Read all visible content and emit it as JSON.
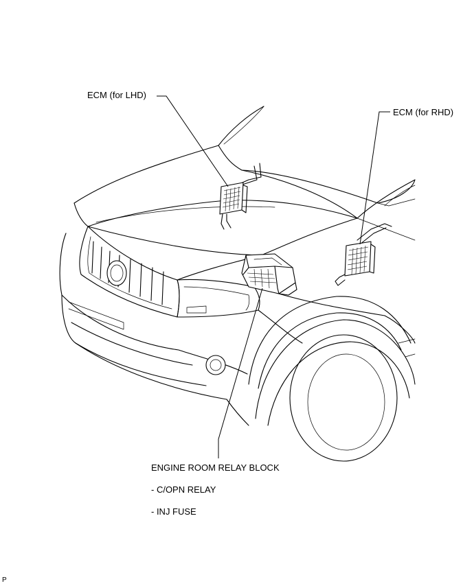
{
  "labels": {
    "ecm_lhd": "ECM (for LHD)",
    "ecm_rhd": "ECM (for RHD)",
    "relay_block": "ENGINE ROOM RELAY BLOCK",
    "relay_item_1": "- C/OPN RELAY",
    "relay_item_2": "- INJ FUSE",
    "corner_mark": "P"
  }
}
